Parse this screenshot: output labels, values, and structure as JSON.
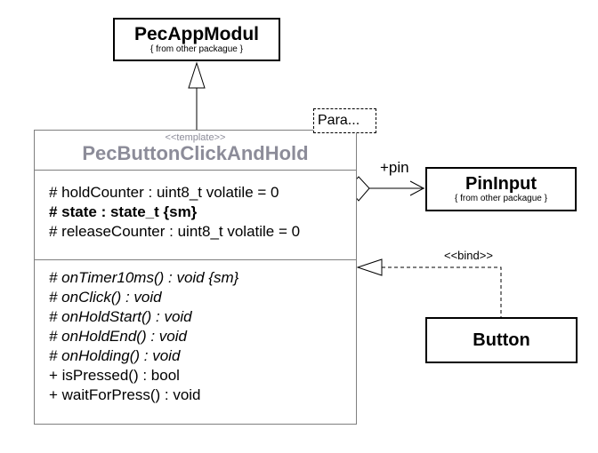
{
  "diagram": {
    "pec_app_modul": {
      "name": "PecAppModul",
      "note": "{ from other packague }"
    },
    "main_class": {
      "stereotype": "<<template>>",
      "name": "PecButtonClickAndHold",
      "attributes": [
        {
          "text": "# holdCounter : uint8_t volatile = 0",
          "style": "normal"
        },
        {
          "text": "# state : state_t {sm}",
          "style": "bold"
        },
        {
          "text": "# releaseCounter : uint8_t volatile = 0",
          "style": "normal"
        }
      ],
      "operations": [
        {
          "text": "# onTimer10ms() : void {sm}",
          "style": "italic"
        },
        {
          "text": "# onClick() : void",
          "style": "italic"
        },
        {
          "text": "# onHoldStart() : void",
          "style": "italic"
        },
        {
          "text": "# onHoldEnd() : void",
          "style": "italic"
        },
        {
          "text": "# onHolding() : void",
          "style": "italic"
        },
        {
          "text": "+ isPressed() : bool",
          "style": "normal"
        },
        {
          "text": "+ waitForPress() : void",
          "style": "normal"
        }
      ]
    },
    "pin_input": {
      "name": "PinInput",
      "note": "{ from other packague }"
    },
    "button_class": {
      "name": "Button"
    },
    "template_parameter": "Para...",
    "pin_role_label": "+pin",
    "bind_label": "<<bind>>",
    "colors": {
      "background": "#ffffff",
      "class_border": "#000000",
      "main_class_border": "#7f7f7f",
      "template_text": "#8c8c99"
    }
  }
}
